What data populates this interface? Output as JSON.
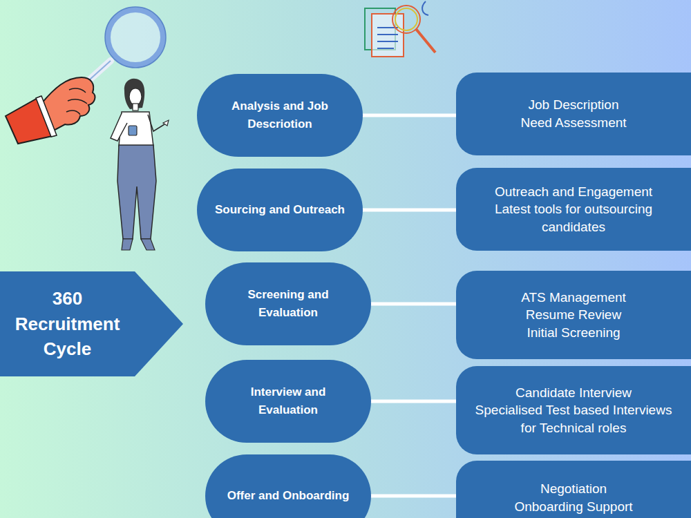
{
  "diagram": {
    "nodes": [
      {
        "text": [
          "360 Recruitment Cycle"
        ]
      },
      {
        "text": [
          "Analysis and Job Descriotion"
        ]
      },
      {
        "text": [
          "Job Description",
          "Need Assessment"
        ]
      },
      {
        "text": [
          "Sourcing and Outreach"
        ]
      },
      {
        "text": [
          "Outreach and Engagement",
          "Latest tools for outsourcing candidates"
        ]
      },
      {
        "text": [
          "Screening and Evaluation"
        ]
      },
      {
        "text": [
          "ATS Management",
          "Resume Review",
          "Initial Screening"
        ]
      },
      {
        "text": [
          "Interview and Evaluation"
        ]
      },
      {
        "text": [
          "Candidate Interview",
          "Specialised Test based Interviews for Technical roles"
        ]
      },
      {
        "text": [
          "Offer and Onboarding"
        ]
      },
      {
        "text": [
          "Negotiation",
          "Onboarding Support"
        ]
      }
    ],
    "edges": [
      {
        "from": 1,
        "to": 2,
        "arrow": "none"
      },
      {
        "from": 3,
        "to": 4,
        "arrow": "none"
      },
      {
        "from": 5,
        "to": 6,
        "arrow": "none"
      },
      {
        "from": 7,
        "to": 8,
        "arrow": "none"
      },
      {
        "from": 9,
        "to": 10,
        "arrow": "none"
      }
    ]
  }
}
